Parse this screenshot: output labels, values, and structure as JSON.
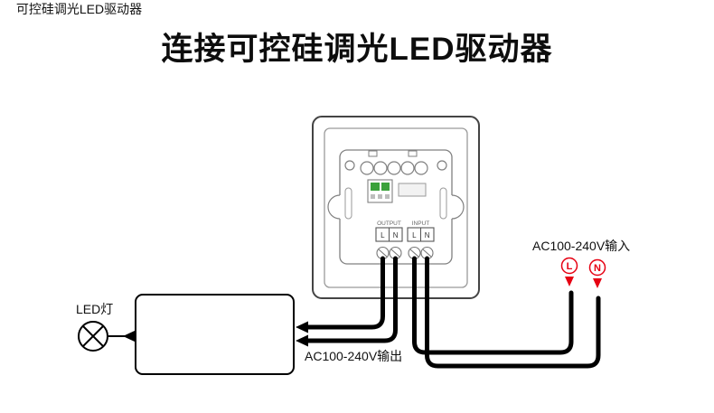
{
  "title": "连接可控硅调光LED驱动器",
  "led_lamp": {
    "label": "LED灯"
  },
  "driver_box": {
    "label": "可控硅调光LED驱动器"
  },
  "output_line": {
    "label": "AC100-240V输出"
  },
  "mains": {
    "label": "AC100-240V输入",
    "l": "L",
    "n": "N"
  },
  "panel": {
    "output": {
      "label": "OUTPUT",
      "l": "L",
      "n": "N"
    },
    "input": {
      "label": "INPUT",
      "l": "L",
      "n": "N"
    }
  },
  "colors": {
    "wire": "#000000",
    "accent_red": "#e60012",
    "pcb_green": "#3aa13a",
    "frame_gray": "#444444"
  }
}
